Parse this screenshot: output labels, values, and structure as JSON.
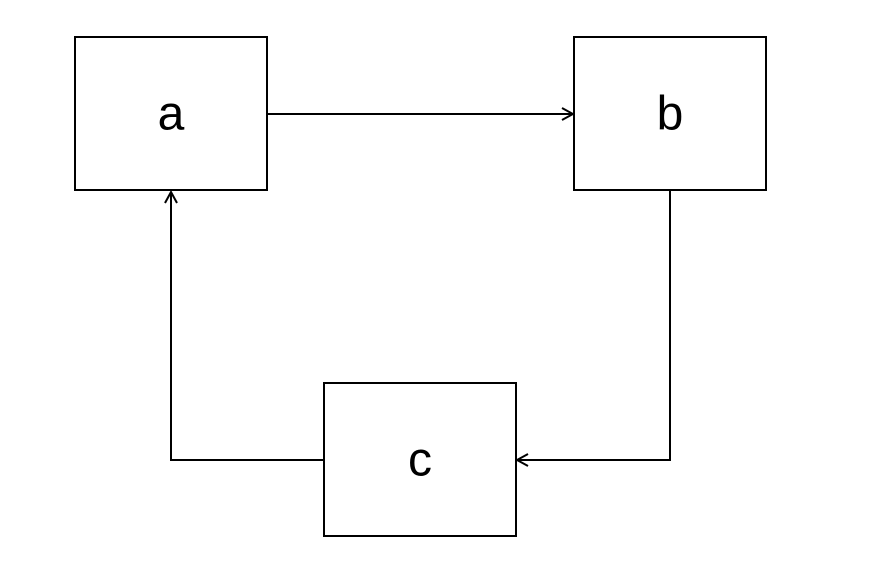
{
  "diagram": {
    "nodes": [
      {
        "id": "a",
        "label": "a"
      },
      {
        "id": "b",
        "label": "b"
      },
      {
        "id": "c",
        "label": "c"
      }
    ],
    "edges": [
      {
        "from": "a",
        "to": "b"
      },
      {
        "from": "b",
        "to": "c"
      },
      {
        "from": "c",
        "to": "a"
      }
    ],
    "colors": {
      "stroke": "#000000",
      "fill": "#ffffff"
    }
  }
}
